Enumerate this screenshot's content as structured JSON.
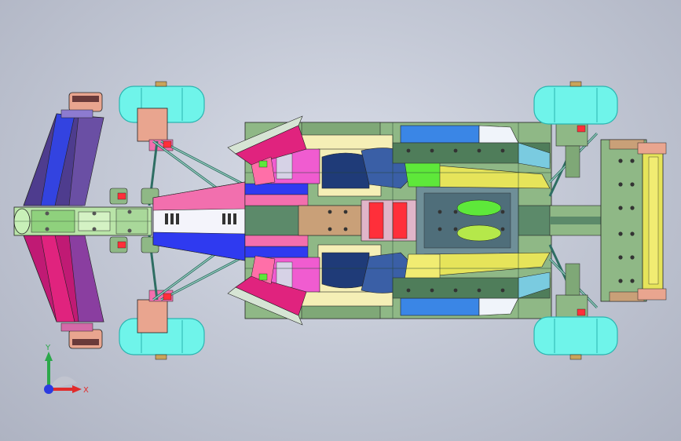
{
  "viewport": {
    "background_top": "#d9dde8",
    "background_bottom": "#aeb3c2"
  },
  "model": {
    "type": "formula-car-assembly-top-view",
    "palette": {
      "tire": "#6ff4ea",
      "tire_edge": "#2bb5b0",
      "wing_blue": "#3343e0",
      "wing_purple": "#4e3c8e",
      "wing_magenta": "#e0237e",
      "chassis_green": "#8fb886",
      "chassis_dark": "#4f7d5a",
      "nose_pink": "#f26fae",
      "nose_white": "#f4f4fb",
      "nose_blue": "#2f3af0",
      "yellow": "#e6e45a",
      "navy": "#1f3b78",
      "cream": "#f5efb6",
      "red": "#ff2f3a",
      "lime": "#5ee83a",
      "salmon": "#e9a58f"
    }
  },
  "triad": {
    "x_label": "X",
    "y_label": "Y",
    "x_color": "#e12b2b",
    "y_color": "#2ba84a",
    "z_color": "#2b3be1"
  }
}
